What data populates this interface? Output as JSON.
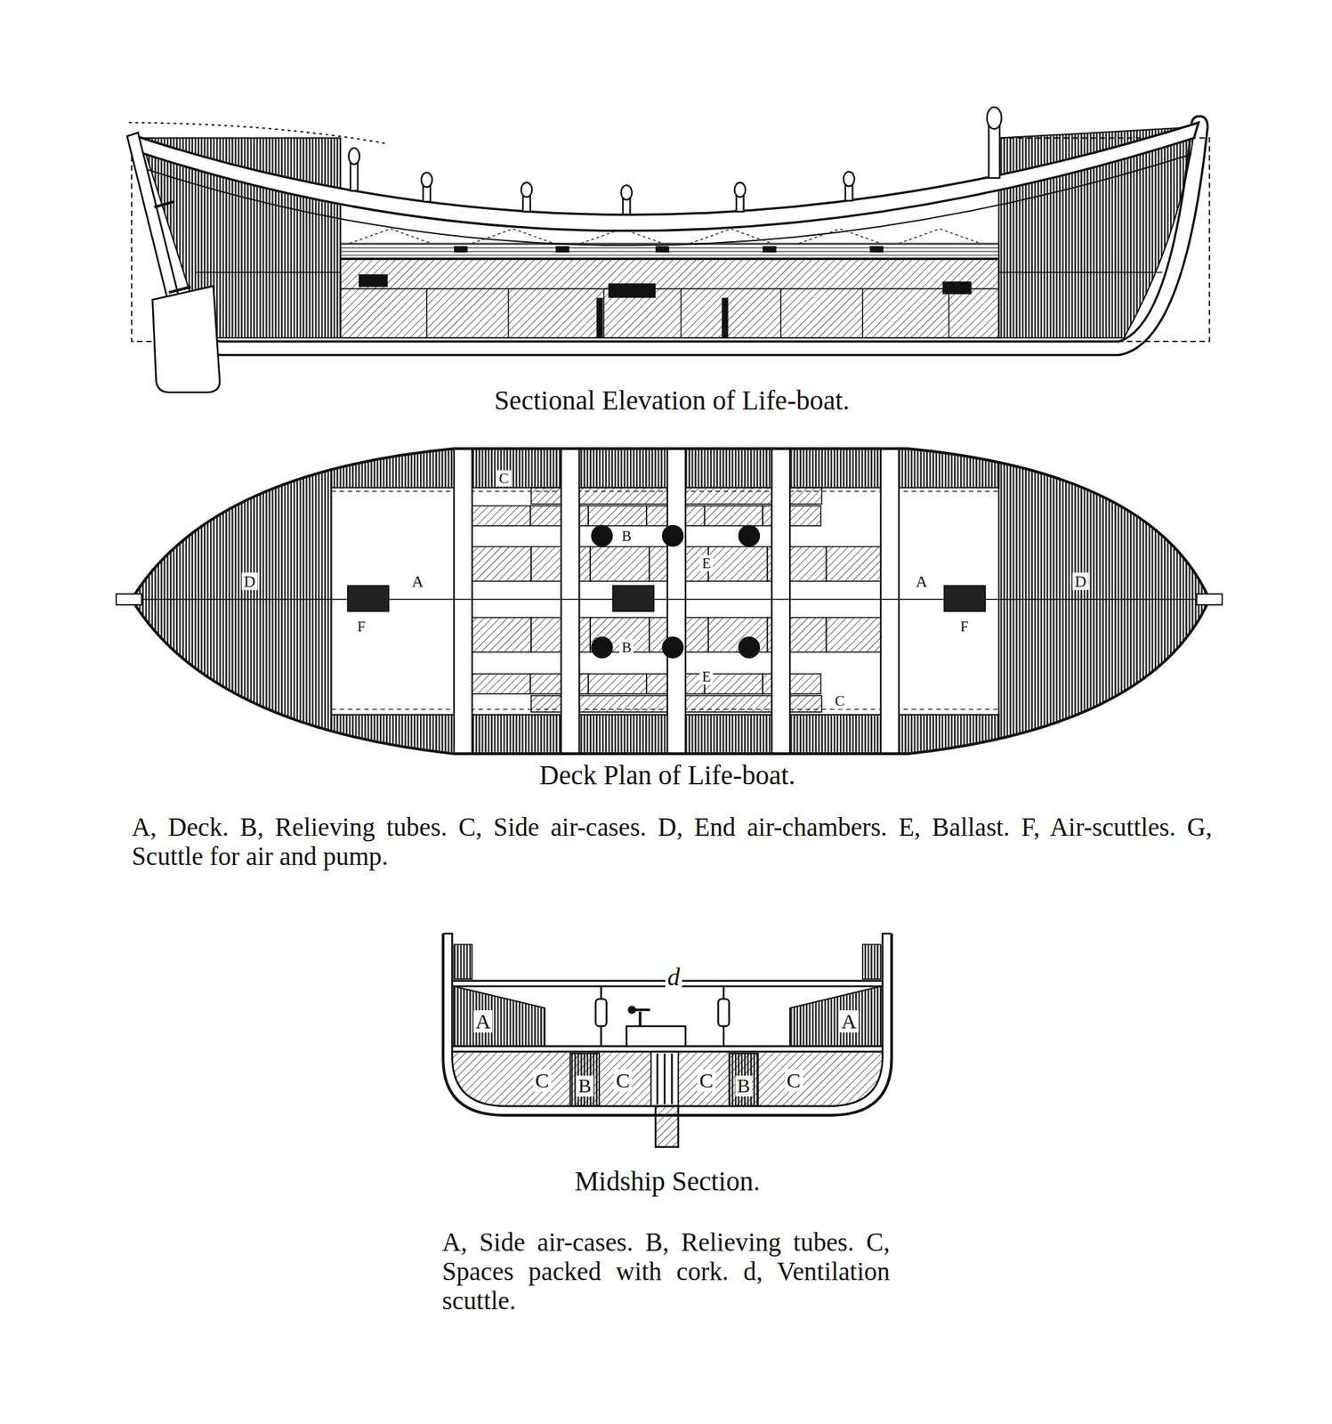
{
  "diagram": {
    "labels": [
      "Sectional Elevation of Life-boat.",
      "C",
      "B",
      "E",
      "D",
      "A",
      "A",
      "D",
      "F",
      "F",
      "B",
      "E",
      "C",
      "Deck Plan of Life-boat.",
      "A, Deck. B, Relieving tubes. C, Side air-cases. D, End air-chambers. E, Ballast. F, Air-scuttles. G, Scuttle for air and pump.",
      "d",
      "A",
      "A",
      "C",
      "B",
      "C",
      "C",
      "B",
      "C",
      "Midship Section.",
      "A, Side air-cases. B, Relieving tubes. C, Spaces packed with cork. d, Ventilation scuttle."
    ]
  }
}
